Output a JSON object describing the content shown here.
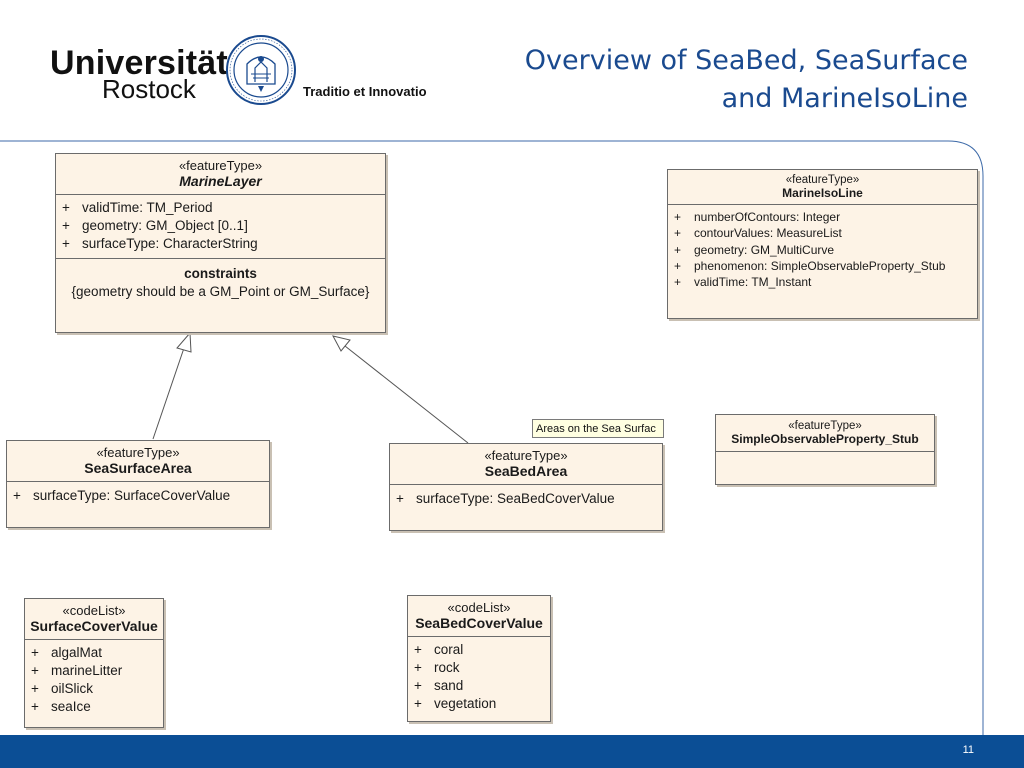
{
  "header": {
    "logo_line1": "Universität",
    "logo_line2": "Rostock",
    "motto": "Traditio et Innovatio",
    "title_line1": "Overview of SeaBed, SeaSurface",
    "title_line2": "and MarineIsoLine"
  },
  "boxes": {
    "marine_layer": {
      "stereotype": "«featureType»",
      "name": "MarineLayer",
      "attrs": [
        {
          "sign": "+",
          "text": "validTime:  TM_Period"
        },
        {
          "sign": "+",
          "text": "geometry:  GM_Object [0..1]"
        },
        {
          "sign": "+",
          "text": "surfaceType:  CharacterString"
        }
      ],
      "constraints_title": "constraints",
      "constraints_text": "{geometry should be a GM_Point or GM_Surface}"
    },
    "marine_iso_line": {
      "stereotype": "«featureType»",
      "name": "MarineIsoLine",
      "attrs": [
        {
          "sign": "+",
          "text": "numberOfContours:  Integer"
        },
        {
          "sign": "+",
          "text": "contourValues:  MeasureList"
        },
        {
          "sign": "+",
          "text": "geometry:  GM_MultiCurve"
        },
        {
          "sign": "+",
          "text": "phenomenon:  SimpleObservableProperty_Stub"
        },
        {
          "sign": "+",
          "text": "validTime:  TM_Instant"
        }
      ]
    },
    "sea_surface_area": {
      "stereotype": "«featureType»",
      "name": "SeaSurfaceArea",
      "attrs": [
        {
          "sign": "+",
          "text": "surfaceType:  SurfaceCoverValue"
        }
      ]
    },
    "sea_bed_area": {
      "stereotype": "«featureType»",
      "name": "SeaBedArea",
      "attrs": [
        {
          "sign": "+",
          "text": "surfaceType:  SeaBedCoverValue"
        }
      ]
    },
    "simple_observable": {
      "stereotype": "«featureType»",
      "name": "SimpleObservableProperty_Stub"
    },
    "surface_cover_value": {
      "stereotype": "«codeList»",
      "name": "SurfaceCoverValue",
      "attrs": [
        {
          "sign": "+",
          "text": "algalMat"
        },
        {
          "sign": "+",
          "text": "marineLitter"
        },
        {
          "sign": "+",
          "text": "oilSlick"
        },
        {
          "sign": "+",
          "text": "seaIce"
        }
      ]
    },
    "sea_bed_cover_value": {
      "stereotype": "«codeList»",
      "name": "SeaBedCoverValue",
      "attrs": [
        {
          "sign": "+",
          "text": "coral"
        },
        {
          "sign": "+",
          "text": "rock"
        },
        {
          "sign": "+",
          "text": "sand"
        },
        {
          "sign": "+",
          "text": "vegetation"
        }
      ]
    }
  },
  "tooltip": "Areas on the Sea Surfac",
  "footer": {
    "page_number": "11",
    "color": "#0b4e95"
  },
  "colors": {
    "title": "#1a4a8f",
    "box_fill": "#fdf3e6"
  }
}
